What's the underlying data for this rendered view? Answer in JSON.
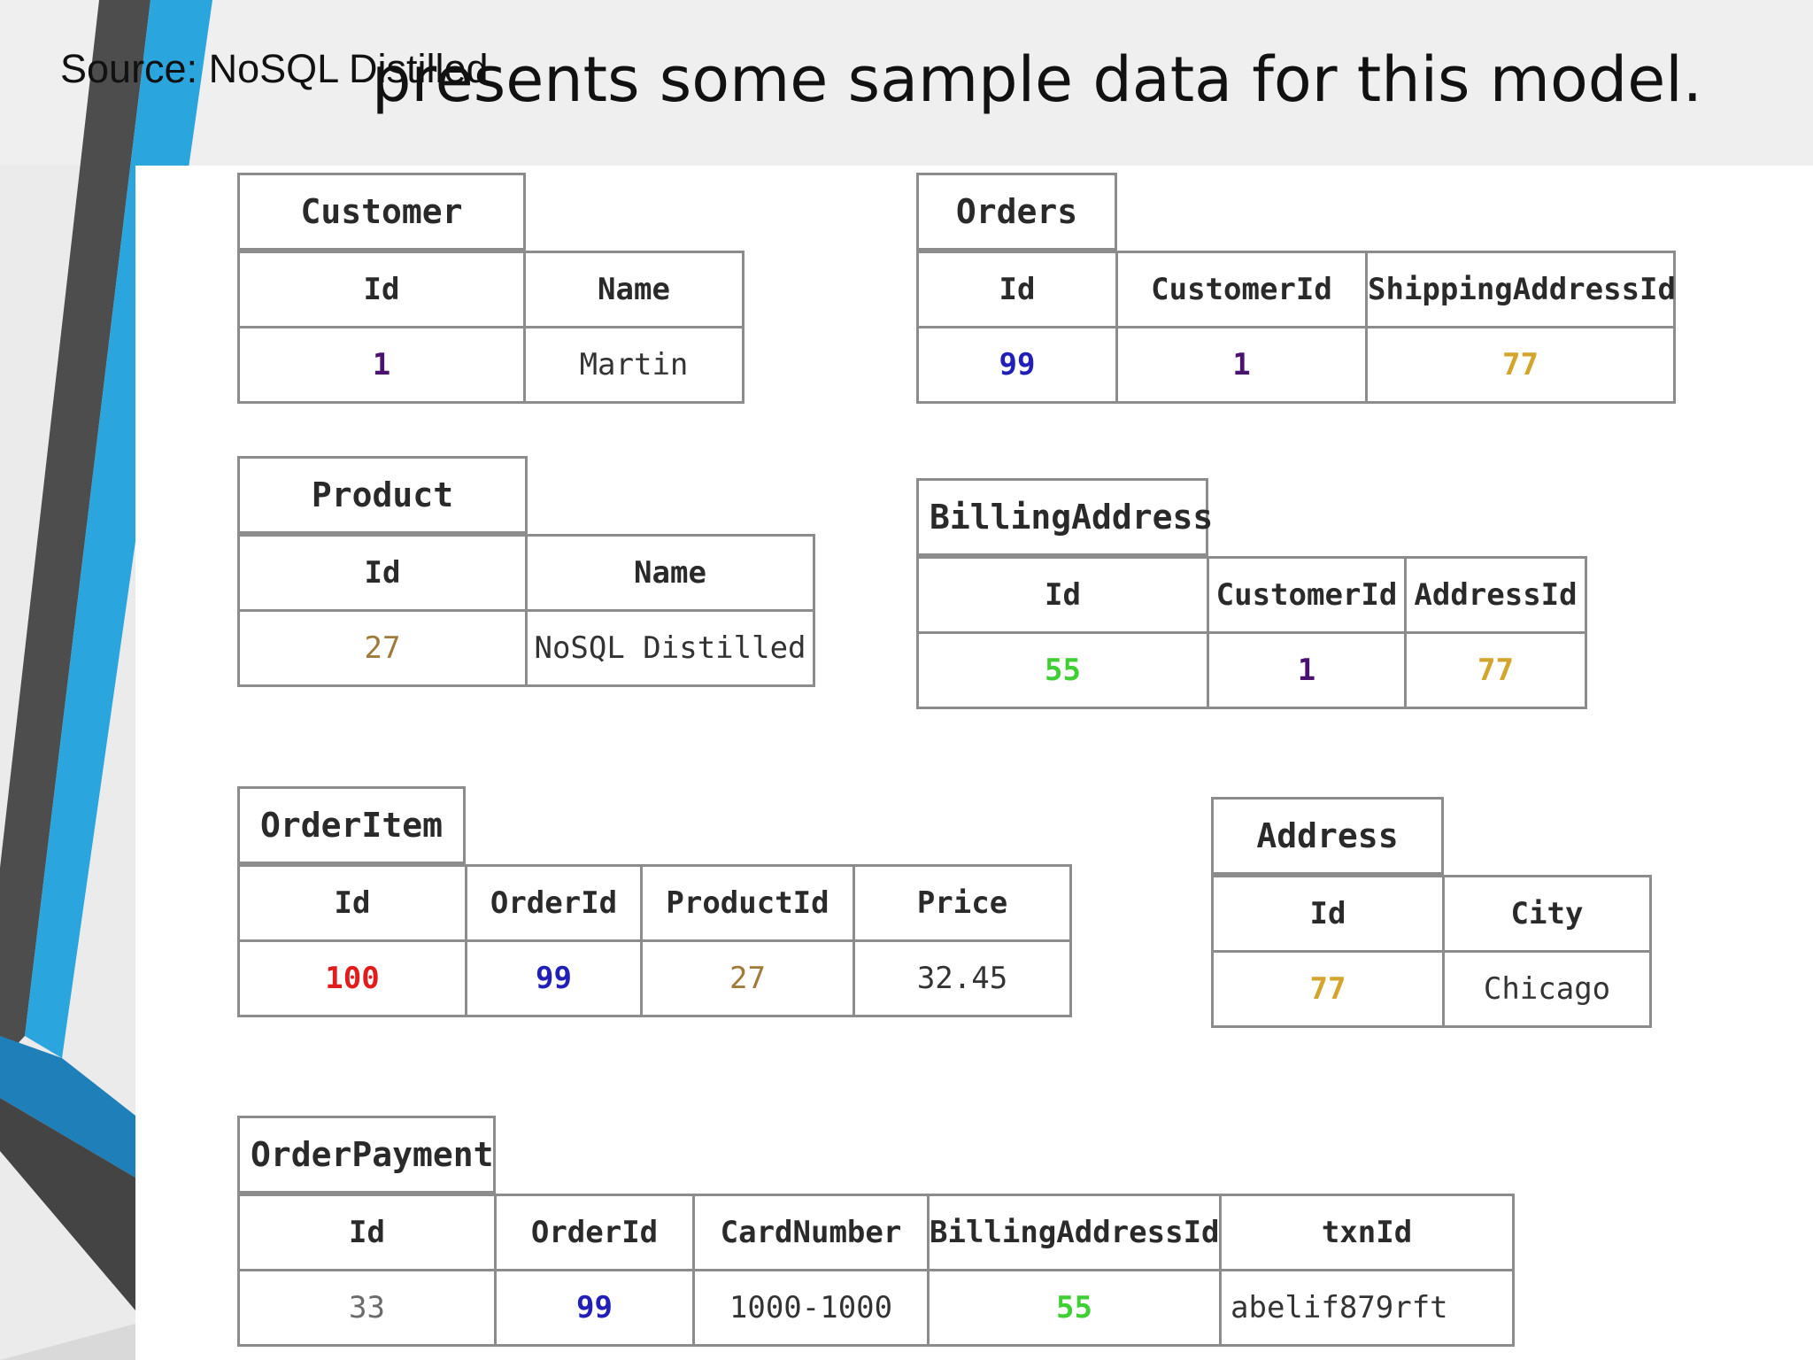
{
  "slide": {
    "title": "presents some sample data for this model.",
    "source": "Source: NoSQL Distilled"
  },
  "tables": {
    "customer": {
      "title": "Customer",
      "headers": [
        "Id",
        "Name"
      ],
      "rows": [
        [
          "1",
          "Martin"
        ]
      ]
    },
    "orders": {
      "title": "Orders",
      "headers": [
        "Id",
        "CustomerId",
        "ShippingAddressId"
      ],
      "rows": [
        [
          "99",
          "1",
          "77"
        ]
      ]
    },
    "product": {
      "title": "Product",
      "headers": [
        "Id",
        "Name"
      ],
      "rows": [
        [
          "27",
          "NoSQL Distilled"
        ]
      ]
    },
    "billing_address": {
      "title": "BillingAddress",
      "headers": [
        "Id",
        "CustomerId",
        "AddressId"
      ],
      "rows": [
        [
          "55",
          "1",
          "77"
        ]
      ]
    },
    "order_item": {
      "title": "OrderItem",
      "headers": [
        "Id",
        "OrderId",
        "ProductId",
        "Price"
      ],
      "rows": [
        [
          "100",
          "99",
          "27",
          "32.45"
        ]
      ]
    },
    "address": {
      "title": "Address",
      "headers": [
        "Id",
        "City"
      ],
      "rows": [
        [
          "77",
          "Chicago"
        ]
      ]
    },
    "order_payment": {
      "title": "OrderPayment",
      "headers": [
        "Id",
        "OrderId",
        "CardNumber",
        "BillingAddressId",
        "txnId"
      ],
      "rows": [
        [
          "33",
          "99",
          "1000-1000",
          "55",
          "abelif879rft"
        ]
      ]
    }
  },
  "value_colors": {
    "customer_id": "#4a1370",
    "order_id": "#2020b8",
    "address_id": "#d4a52c",
    "product_id": "#a07a38",
    "billing_address_id": "#3fcf35",
    "order_item_id": "#e21c1c",
    "theme_blue": "#29a8e0",
    "theme_dark": "#4d4d4d"
  }
}
